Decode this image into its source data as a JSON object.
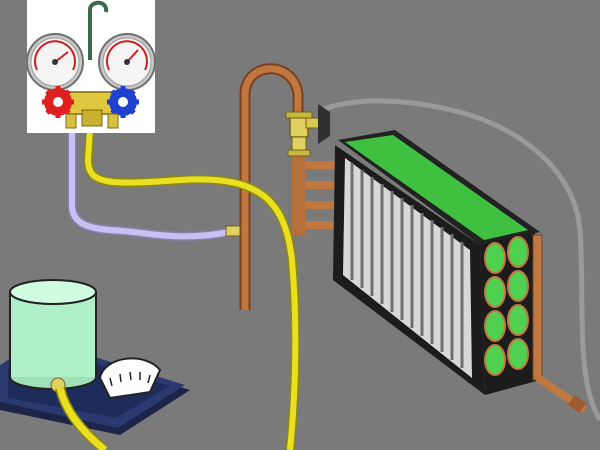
{
  "diagram": {
    "background_color": "#7a7a7a",
    "colors": {
      "yellow_hose": "#e8e020",
      "lavender_hose": "#c8c0f0",
      "copper_pipe": "#c07840",
      "gray_wire": "#9a9a9a",
      "coil_fins": "#50d050",
      "gauge_red": "#e02020",
      "gauge_blue": "#2040d0",
      "scale_base": "#2a3a70",
      "tank_body": "#b0f0c8"
    },
    "components": [
      {
        "name": "manifold-gauge-set",
        "icon": "pressure-gauges"
      },
      {
        "name": "vacuum-pump-on-scale",
        "icon": "tank"
      },
      {
        "name": "evaporator-coil",
        "icon": "heat-exchanger"
      },
      {
        "name": "suction-line-with-service-valve",
        "icon": "valve"
      }
    ]
  }
}
